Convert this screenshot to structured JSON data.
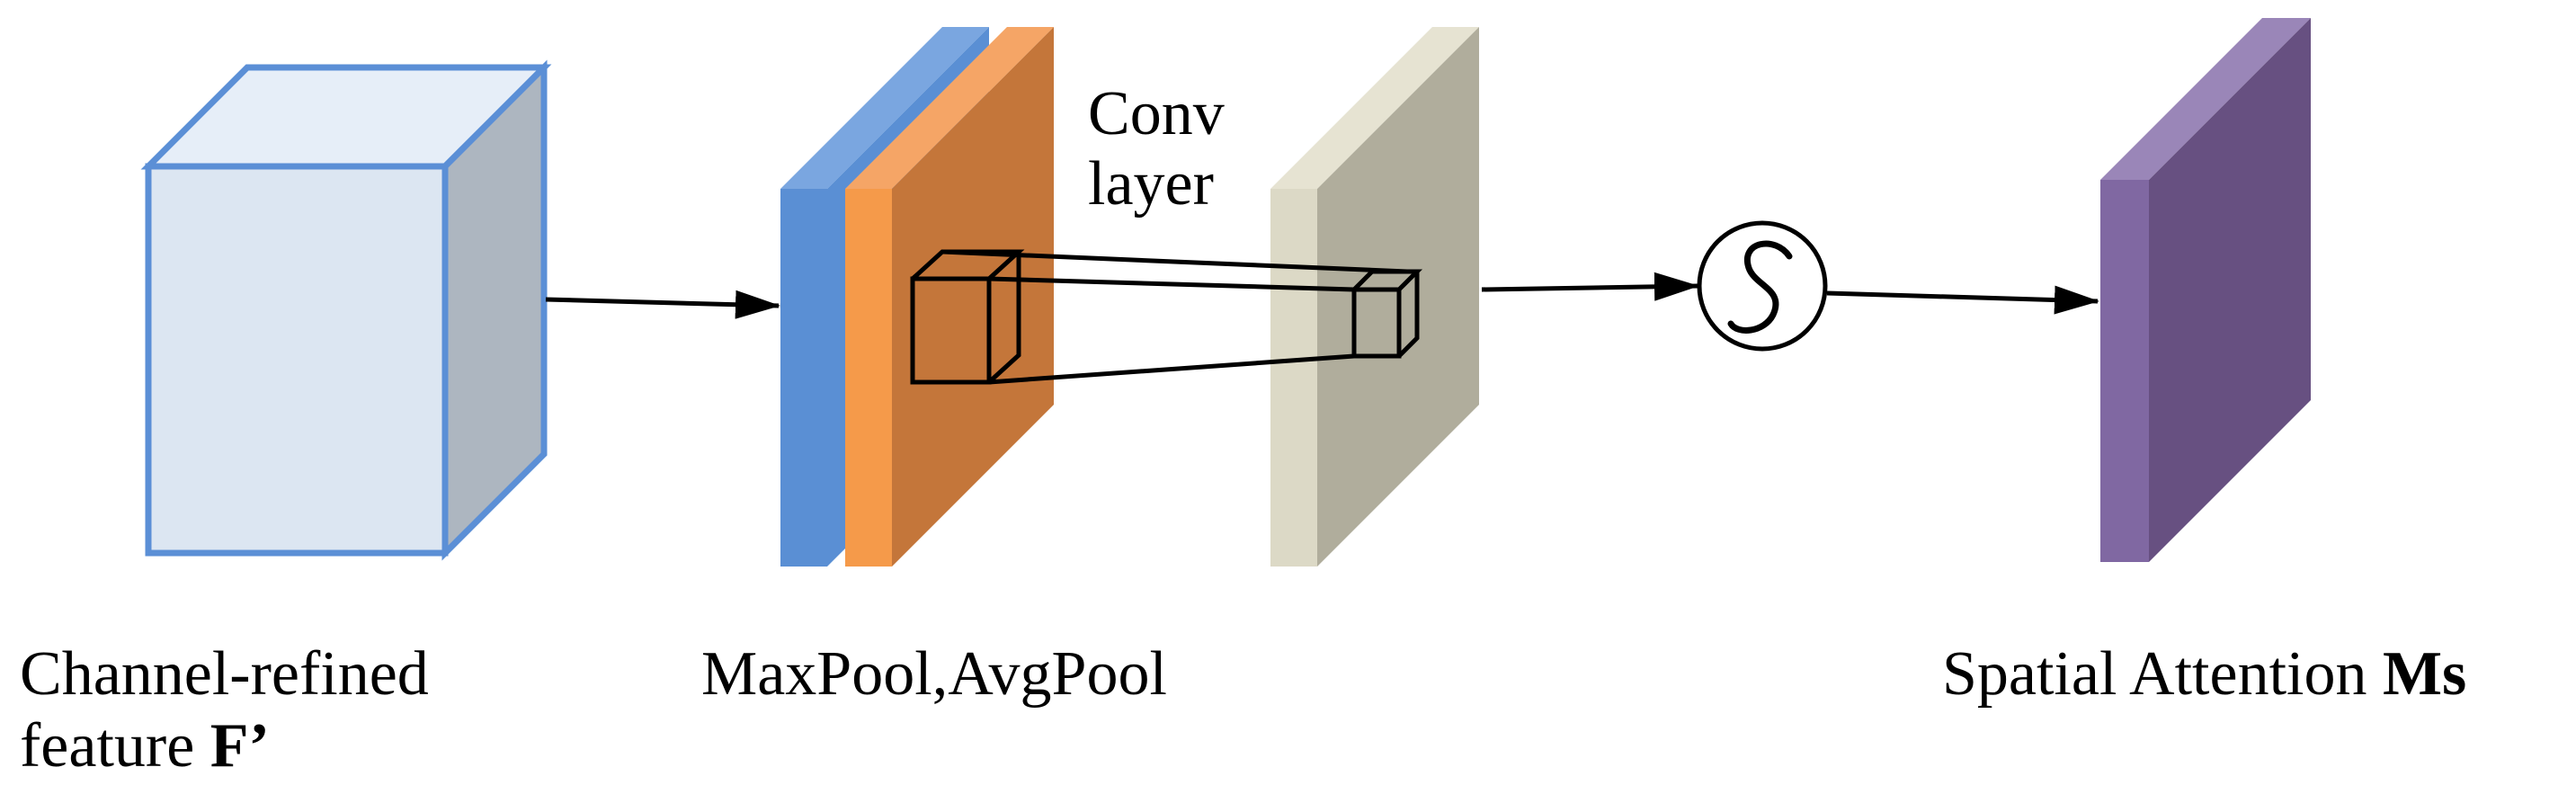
{
  "labels": {
    "input_line1": "Channel-refined",
    "input_line2_text": "feature ",
    "input_line2_bold": "F’",
    "pool": "MaxPool,AvgPool",
    "conv_line1": "Conv",
    "conv_line2": "layer",
    "output_text": "Spatial Attention ",
    "output_bold": "Ms"
  },
  "colors": {
    "input_cube_front": "#dce6f2",
    "input_cube_top": "#e6eef8",
    "input_cube_side": "#adb6c0",
    "input_cube_outline": "#5b8fd6",
    "maxpool_front": "#5a8fd4",
    "maxpool_top": "#7aa6e0",
    "avgpool_front": "#c4763a",
    "avgpool_edge": "#f59a4a",
    "avgpool_top": "#f5a566",
    "conv_front": "#b0ad9c",
    "conv_edge": "#dcd9c6",
    "conv_top": "#e6e3d2",
    "sigmoid_stroke": "#000000",
    "output_front": "#675081",
    "output_edge": "#8068a2",
    "output_top": "#9a86b8",
    "arrow": "#000000"
  },
  "icons": {
    "sigmoid": "sigmoid-icon"
  }
}
